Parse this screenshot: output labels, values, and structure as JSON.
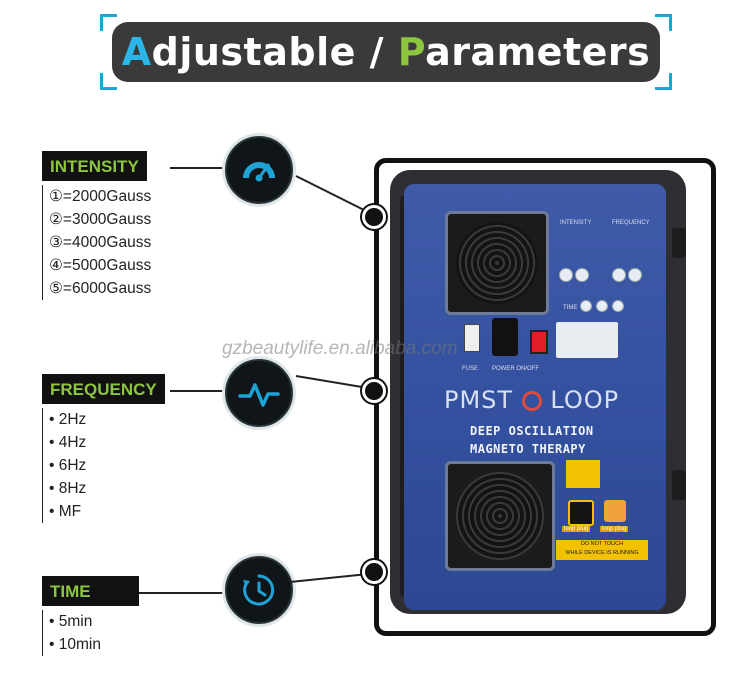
{
  "title": {
    "first_cap": "A",
    "first_rest": "djustable",
    "separator": " / ",
    "second_cap": "P",
    "second_rest": "arameters"
  },
  "intensity": {
    "label": "INTENSITY",
    "items": [
      "①=2000Gauss",
      "②=3000Gauss",
      "③=4000Gauss",
      "④=5000Gauss",
      "⑤=6000Gauss"
    ],
    "icon": "gauge-icon"
  },
  "frequency": {
    "label": "FREQUENCY",
    "items": [
      "• 2Hz",
      "• 4Hz",
      "• 6Hz",
      "• 8Hz",
      "• MF"
    ],
    "icon": "pulse-wave-icon"
  },
  "time": {
    "label": "TIME",
    "items": [
      "• 5min",
      "• 10min"
    ],
    "icon": "timer-clock-icon"
  },
  "watermark": "gzbeautylife.en.alibaba.com",
  "device": {
    "brand": "PMST",
    "brand_suffix": "LOOP",
    "line1": "DEEP OSCILLATION",
    "line2": "MAGNETO THERAPY",
    "fuse_label": "FUSE",
    "power_label": "POWER ON/OFF",
    "intensity_label": "INTENSITY",
    "frequency_label": "FREQUENCY",
    "time_label": "TIME",
    "loop_plug_1": "loop plug",
    "loop_plug_2": "loop plug",
    "warning_line1": "DO NOT TOUCH",
    "warning_line2": "WHILE DEVICE IS RUNNING"
  },
  "colors": {
    "accent_blue": "#29b6e8",
    "accent_green": "#8cc63f",
    "banner_bg": "#3a3a3a",
    "panel_blue": "#3451a0"
  }
}
